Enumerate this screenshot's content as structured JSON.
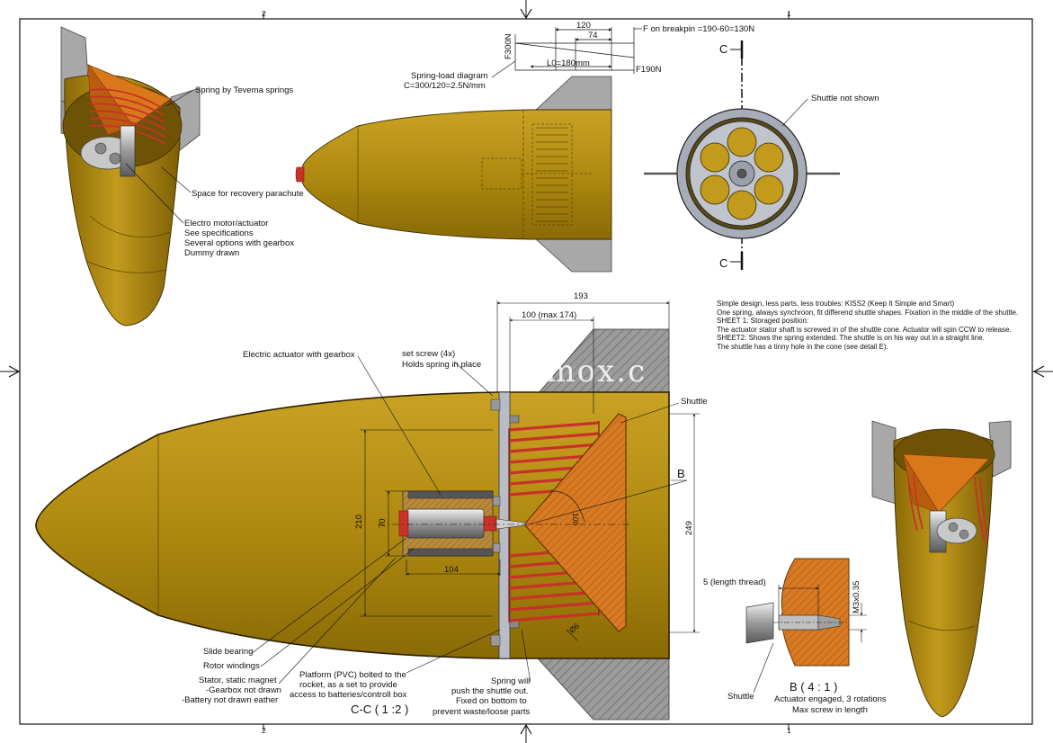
{
  "frame": {
    "zone_top_left": "2",
    "zone_top_right": "1",
    "zone_bottom_left": "2",
    "zone_bottom_right": "1"
  },
  "watermark": "3dmox.c",
  "top_left_view": {
    "labels": [
      "Spring by Tevema springs",
      "Space for recovery parachute",
      "Electro motor/actuator",
      "See specifications",
      "Several options with gearbox",
      "Dummy drawn"
    ]
  },
  "spring_diagram": {
    "dim_120": "120",
    "dim_74": "74",
    "axis_f300": "F300N",
    "f190": "F190N",
    "l0": "L0=180mm",
    "breakpin": "F on breakpin =190-60=130N",
    "title": "Spring-load diagram",
    "constant": "C=300/120=2.5N/mm"
  },
  "end_view": {
    "section_top": "C",
    "section_bottom": "C",
    "shuttle_not_shown": "Shuttle not shown"
  },
  "notes": [
    "Simple design, less parts, less troubles: KISS2 (Keep It Simple and Smart)",
    "One spring, always synchroon, fit differend shuttle shapes. Fixation in the middle of the shuttle.",
    "SHEET 1: Storaged position:",
    "The actuator stator shaft is screwed in of the shuttle cone. Actuator will spin CCW to release.",
    "SHEET2: Shows the spring extended. The shuttle is on his way out in a straight line.",
    "The shuttle has a tinny hole in the cone (see detail E)."
  ],
  "section_view": {
    "title": "C-C ( 1 :2 )",
    "dim_193": "193",
    "dim_100": "100 (max 174)",
    "dim_210": "210",
    "dim_70": "70",
    "dim_104": "104",
    "dim_249": "249",
    "dim_100r": "100",
    "dim_phi": "Ø6",
    "detail_b": "B",
    "electric_actuator": "Electric actuator with gearbox",
    "set_screw_1": "set screw (4x)",
    "set_screw_2": "Holds spring in place",
    "shuttle": "Shuttle",
    "slide_bearing": "Slide bearing",
    "rotor_windings": "Rotor windings",
    "stator_1": "Stator, static magnet",
    "stator_2": "-Gearbox not drawn",
    "stator_3": "-Battery not drawn eather",
    "platform_1": "Platform (PVC) bolted to the",
    "platform_2": "rocket, as a set to provide",
    "platform_3": "access to batteries/controll box",
    "spring_1": "Spring will",
    "spring_2": "push the shuttle out.",
    "spring_3": "Fixed on bottom to",
    "spring_4": "prevent waste/loose parts"
  },
  "detail_view": {
    "title": "B ( 4 : 1 )",
    "thread": "5 (length thread)",
    "m3": "M3x0.35",
    "shuttle": "Shuttle",
    "caption_1": "Actuator engaged, 3 rotations",
    "caption_2": "Max screw in length"
  },
  "colors": {
    "body": "#b08a10",
    "body_dark": "#7d5f05",
    "cone": "#d9781a",
    "fin": "#a8a8a8",
    "spring": "#c83228",
    "hatch": "#8a8a8a",
    "line": "#111111"
  }
}
